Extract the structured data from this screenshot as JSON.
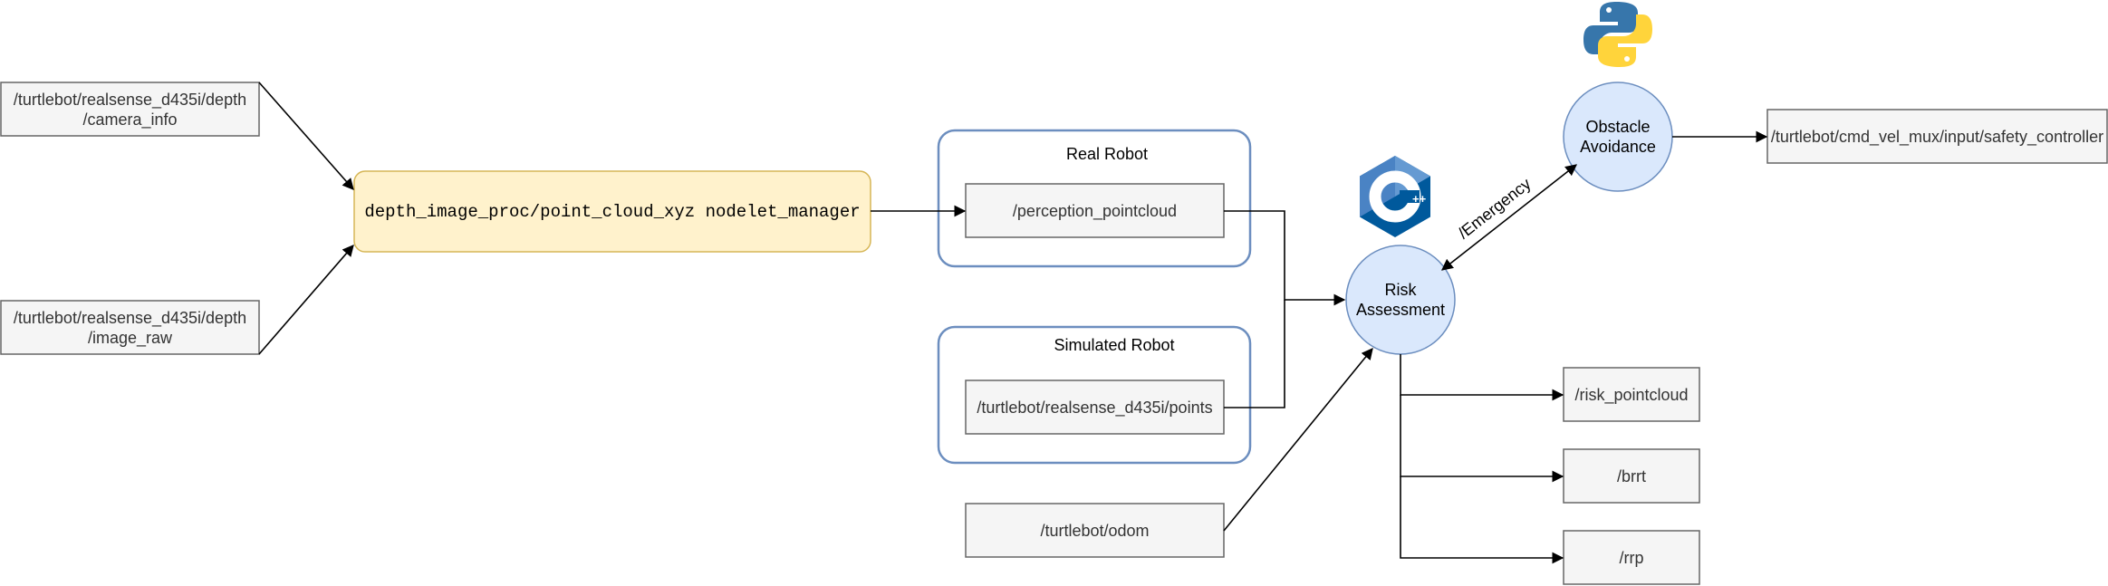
{
  "diagram": {
    "topics": {
      "camera_info": "/turtlebot/realsense_d435i/depth\n/camera_info",
      "image_raw": "/turtlebot/realsense_d435i/depth\n/image_raw",
      "perception_pointcloud": "/perception_pointcloud",
      "realsense_points": "/turtlebot/realsense_d435i/points",
      "odom": "/turtlebot/odom",
      "safety_controller": "/turtlebot/cmd_vel_mux/input/safety_controller",
      "risk_pointcloud": "/risk_pointcloud",
      "brrt": "/brrt",
      "rrp": "/rrp"
    },
    "nodes": {
      "nodelet_manager": "depth_image_proc/point_cloud_xyz nodelet_manager",
      "risk_assessment": "Risk\nAssessment",
      "obstacle_avoidance": "Obstacle\nAvoidance"
    },
    "groups": {
      "real_robot": "Real Robot",
      "simulated_robot": "Simulated Robot"
    },
    "edge_labels": {
      "emergency": "/Emergency"
    },
    "icons": {
      "cpp": "cpp-logo-icon",
      "python": "python-logo-icon"
    },
    "colors": {
      "topic_fill": "#f5f5f5",
      "topic_stroke": "#666666",
      "node_fill": "#dae8fc",
      "node_stroke": "#6c8ebf",
      "manager_fill": "#fff2cc",
      "manager_stroke": "#d6b656",
      "group_stroke": "#6c8ebf"
    }
  }
}
